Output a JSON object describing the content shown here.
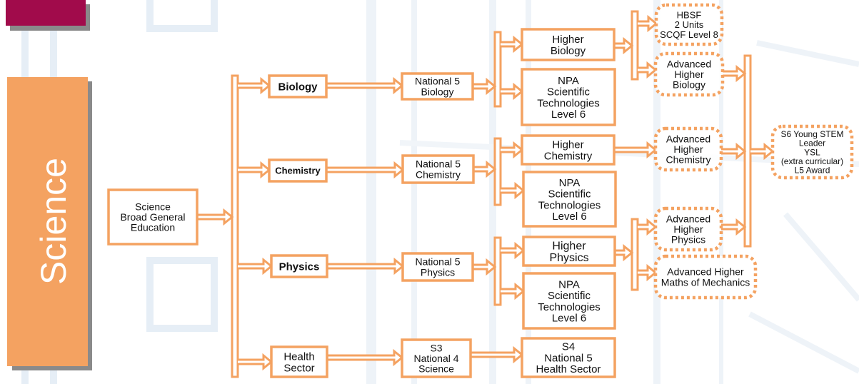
{
  "colors": {
    "accent": "#f4a261",
    "maroon": "#a10b4b",
    "shadow": "#8a8a8a",
    "text": "#111111",
    "title_text": "#ffffff"
  },
  "title": "Science",
  "nodes": {
    "bge": [
      "Science",
      "Broad General",
      "Education"
    ],
    "biology": [
      "Biology"
    ],
    "chemistry": [
      "Chemistry"
    ],
    "physics": [
      "Physics"
    ],
    "health": [
      "Health",
      "Sector"
    ],
    "n5_biology": [
      "National 5",
      "Biology"
    ],
    "n5_chemistry": [
      "National 5",
      "Chemistry"
    ],
    "n5_physics": [
      "National 5",
      "Physics"
    ],
    "s3_n4_science": [
      "S3",
      "National 4",
      "Science"
    ],
    "higher_biology": [
      "Higher",
      "Biology"
    ],
    "npa_bio": [
      "NPA",
      "Scientific",
      "Technologies",
      "Level 6"
    ],
    "higher_chemistry": [
      "Higher",
      "Chemistry"
    ],
    "npa_chem": [
      "NPA",
      "Scientific",
      "Technologies",
      "Level 6"
    ],
    "higher_physics": [
      "Higher",
      "Physics"
    ],
    "npa_phys": [
      "NPA",
      "Scientific",
      "Technologies",
      "Level 6"
    ],
    "s4_n5_health": [
      "S4",
      "National 5",
      "Health Sector"
    ],
    "hbsf": [
      "HBSF",
      "2 Units",
      "SCQF Level 8"
    ],
    "ah_biology": [
      "Advanced",
      "Higher",
      "Biology"
    ],
    "ah_chemistry": [
      "Advanced",
      "Higher",
      "Chemistry"
    ],
    "ah_physics": [
      "Advanced",
      "Higher",
      "Physics"
    ],
    "ah_maths_mechanics": [
      "Advanced Higher",
      "Maths of Mechanics"
    ],
    "ysl": [
      "S6 Young STEM",
      "Leader",
      "YSL",
      "(extra curricular)",
      "L5 Award"
    ]
  }
}
